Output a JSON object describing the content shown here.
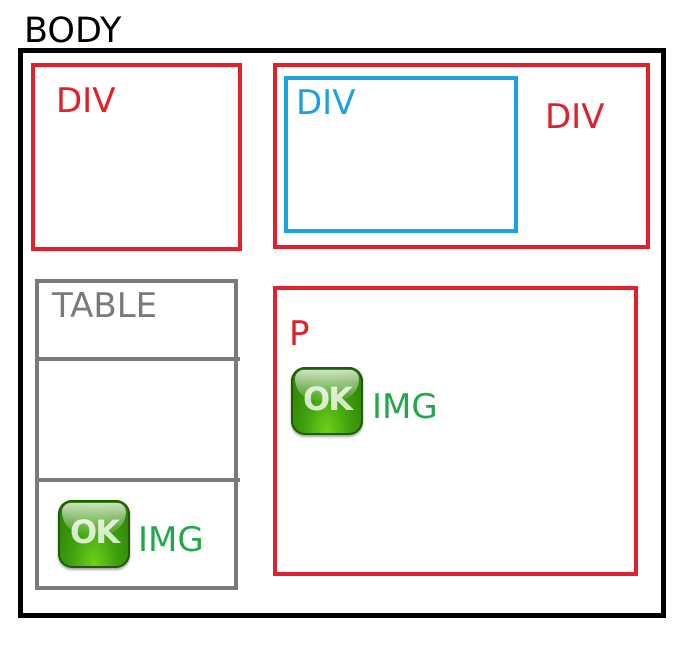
{
  "diagram": {
    "body": {
      "label": "BODY",
      "color": "#000000"
    },
    "left_div": {
      "label": "DIV",
      "color": "#e0202a"
    },
    "outer_right_div": {
      "label": "DIV",
      "color": "#e0202a"
    },
    "inner_div": {
      "label": "DIV",
      "color": "#1ea1e0"
    },
    "table": {
      "label": "TABLE",
      "color": "#7a7a7a",
      "rows": 3
    },
    "table_img": {
      "label": "IMG",
      "icon_text": "OK",
      "icon": "ok-button-icon",
      "color": "#22a84a"
    },
    "paragraph": {
      "label": "P",
      "color": "#e0202a"
    },
    "paragraph_img": {
      "label": "IMG",
      "icon_text": "OK",
      "icon": "ok-button-icon",
      "color": "#22a84a"
    }
  }
}
